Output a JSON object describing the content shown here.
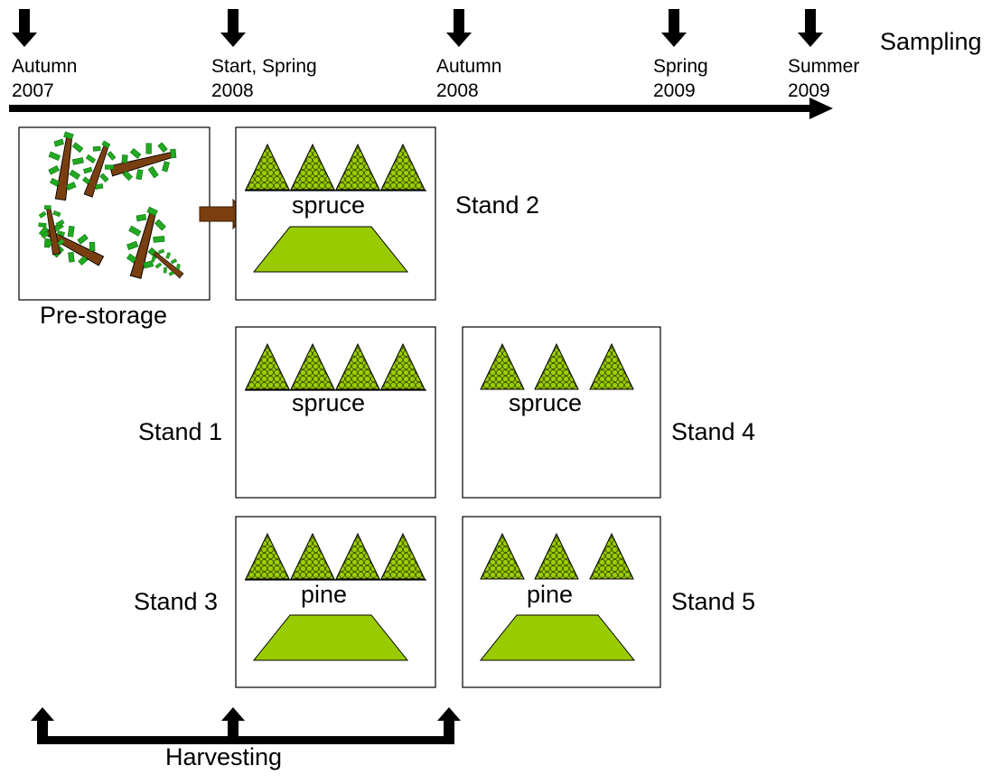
{
  "timeline": {
    "sampling_label": "Sampling",
    "points": [
      {
        "line1": "Autumn",
        "line2": "2007"
      },
      {
        "line1": "Start, Spring",
        "line2": "2008"
      },
      {
        "line1": "Autumn",
        "line2": "2008"
      },
      {
        "line1": "Spring",
        "line2": "2009"
      },
      {
        "line1": "Summer",
        "line2": "2009"
      }
    ]
  },
  "prestorage": {
    "label": "Pre-storage"
  },
  "stands": [
    {
      "id": "stand-2",
      "label": "Stand 2",
      "species": "spruce",
      "piles": 4,
      "has_mound": true
    },
    {
      "id": "stand-1",
      "label": "Stand 1",
      "species": "spruce",
      "piles": 4,
      "has_mound": false
    },
    {
      "id": "stand-4",
      "label": "Stand 4",
      "species": "spruce",
      "piles": 3,
      "has_mound": false
    },
    {
      "id": "stand-3",
      "label": "Stand 3",
      "species": "pine",
      "piles": 4,
      "has_mound": true
    },
    {
      "id": "stand-5",
      "label": "Stand 5",
      "species": "pine",
      "piles": 3,
      "has_mound": true
    }
  ],
  "harvesting": {
    "label": "Harvesting"
  },
  "colors": {
    "pile_fill": "#9acd00",
    "mound_fill": "#99cc00",
    "foliage": "#22aa22",
    "trunk": "#7a3f10",
    "arrow_brown": "#7b3f0f"
  }
}
